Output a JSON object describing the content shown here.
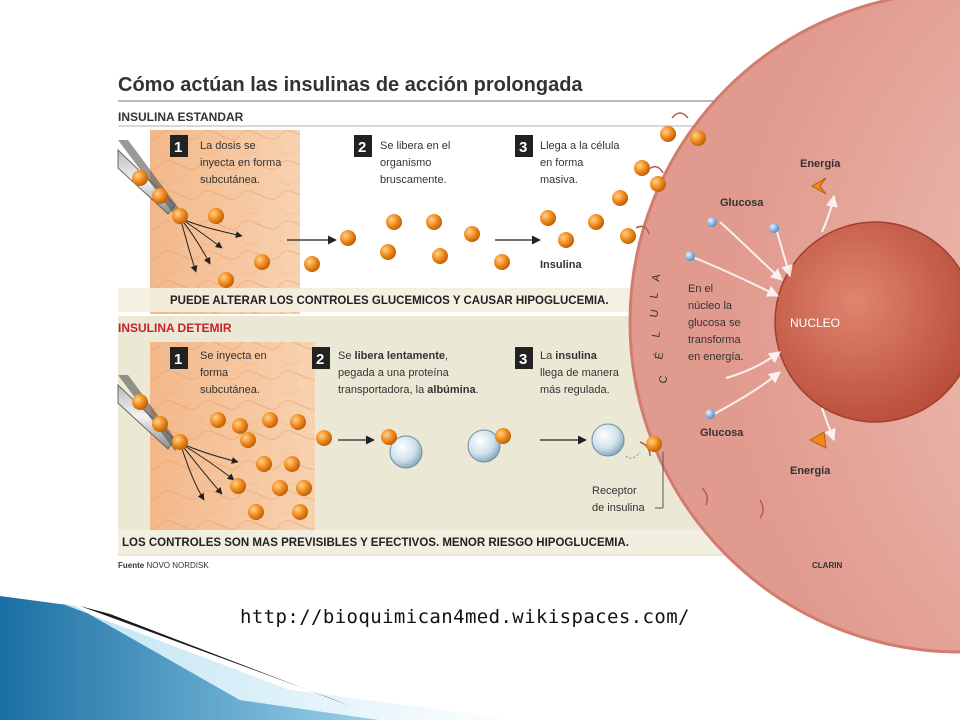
{
  "infographic": {
    "title": "Cómo actúan las insulinas de acción prolongada",
    "section1": {
      "header": "INSULINA ESTANDAR",
      "steps": [
        {
          "num": "1",
          "lines": [
            "La dosis se",
            "inyecta en forma",
            "subcutánea."
          ]
        },
        {
          "num": "2",
          "lines": [
            "Se libera en el",
            "organismo",
            "bruscamente."
          ]
        },
        {
          "num": "3",
          "lines": [
            "Llega a la célula",
            "en forma",
            "masiva."
          ]
        }
      ],
      "insulin_label": "Insulina",
      "banner": "PUEDE ALTERAR LOS CONTROLES GLUCEMICOS Y CAUSAR HIPOGLUCEMIA."
    },
    "section2": {
      "header": "INSULINA DETEMIR",
      "step1": {
        "num": "1",
        "lines": [
          "Se inyecta en",
          "forma",
          "subcutánea."
        ]
      },
      "step2": {
        "num": "2",
        "l1_a": "Se ",
        "l1_b": "libera lentamente",
        "l1_c": ",",
        "l2": "pegada a una proteína",
        "l3_a": "transportadora, la ",
        "l3_b": "albúmina",
        "l3_c": "."
      },
      "step3": {
        "num": "3",
        "l1_a": "La ",
        "l1_b": "insulina",
        "l2": "llega de manera",
        "l3": "más regulada."
      },
      "receptor_lines": [
        "Receptor",
        "de insulina"
      ],
      "banner": "LOS CONTROLES SON MAS PREVISIBLES Y EFECTIVOS. MENOR RIESGO HIPOGLUCEMIA."
    },
    "cell": {
      "vertical_label": [
        "C",
        "É",
        "L",
        "U",
        "L",
        "A"
      ],
      "nucleus": "NUCLEO",
      "glucosa_top": "Glucosa",
      "glucosa_bottom": "Glucosa",
      "energia_top": "Energía",
      "energia_bottom": "Energía",
      "nucleus_text": [
        "En el",
        "núcleo la",
        "glucosa se",
        "transforma",
        "en energía."
      ]
    },
    "footer": {
      "source_label": "Fuente",
      "source_value": "NOVO NORDISK",
      "credit": "CLARIN"
    }
  },
  "caption_url": "http://bioquimican4med.wikispaces.com/",
  "colors": {
    "insulin_orange": "#f08a1c",
    "skin_peach": "#f6c49a",
    "cell_pink": "#e4a095",
    "section2_bg": "#ece8d6",
    "banner_bg": "#f3efe0",
    "header_red": "#c8202a",
    "number_box": "#222222",
    "slide_blue": "#2f8fc4"
  }
}
